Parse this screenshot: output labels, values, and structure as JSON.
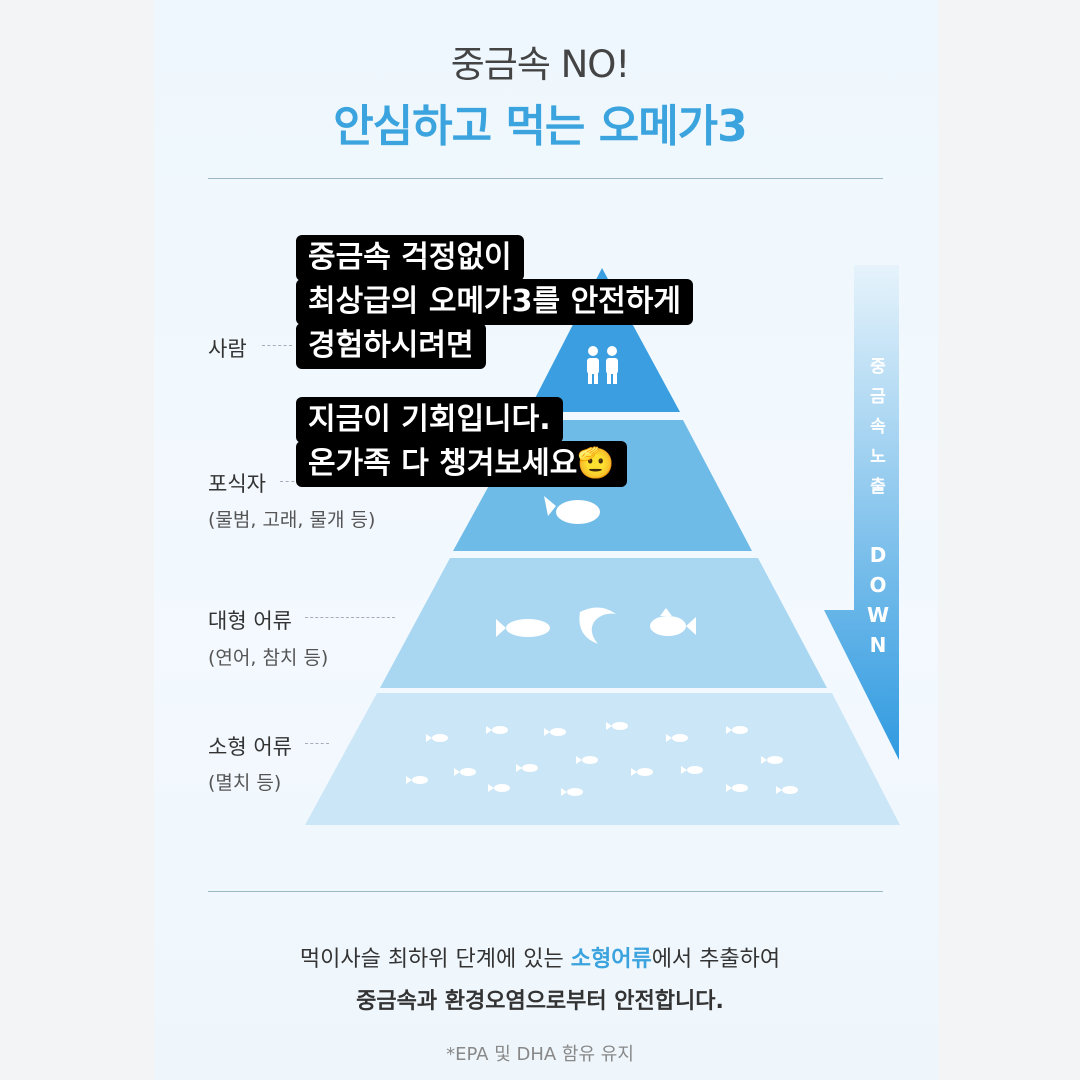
{
  "header": {
    "title_top": "중금속 NO!",
    "title_main": "안심하고 먹는 오메가3"
  },
  "tiers": [
    {
      "name": "사람",
      "sub": ""
    },
    {
      "name": "포식자",
      "sub": "(물범, 고래, 물개 등)"
    },
    {
      "name": "대형 어류",
      "sub": "(연어, 참치 등)"
    },
    {
      "name": "소형 어류",
      "sub": "(멸치 등)"
    }
  ],
  "arrow": {
    "label_chars": [
      "중",
      "금",
      "속",
      "노",
      "출"
    ],
    "down_chars": [
      "D",
      "O",
      "W",
      "N"
    ]
  },
  "captions": {
    "block1": [
      "중금속 걱정없이",
      "최상급의 오메가3를 안전하게",
      "경험하시려면"
    ],
    "block2": [
      "지금이 기회입니다.",
      "온가족 다 챙겨보세요🫡"
    ]
  },
  "bottom": {
    "line1_pre": "먹이사슬 최하위 단계에 있는 ",
    "line1_hl": "소형어류",
    "line1_post": "에서 추출하여",
    "line2": "중금속과 환경오염으로부터 안전합니다.",
    "footnote": "*EPA 및 DHA 함유 유지"
  },
  "colors": {
    "accent": "#3ba3dd",
    "tier1": "#3a9ee0",
    "tier2": "#6fbbe8",
    "tier3": "#a9d7f2",
    "tier4": "#cbe6f7"
  }
}
